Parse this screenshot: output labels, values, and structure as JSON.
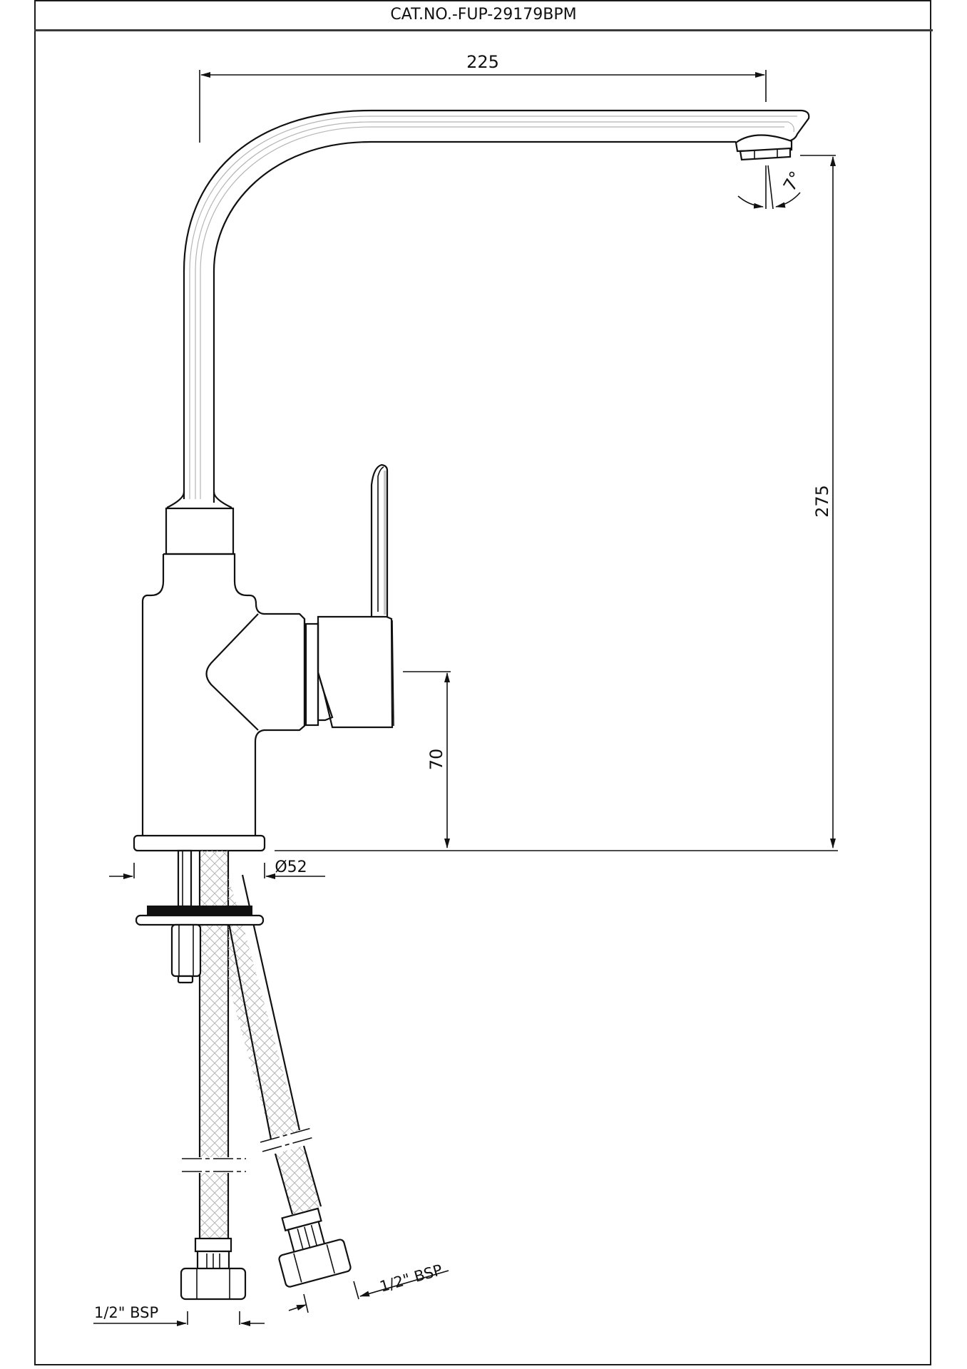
{
  "title": "CAT.NO.-FUP-29179BPM",
  "dimensions": {
    "spout_reach": "225",
    "spout_height": "275",
    "lever_height": "70",
    "base_diameter": "Ø52",
    "spout_angle": "7°",
    "inlet_left": "1/2\" BSP",
    "inlet_right": "1/2\" BSP"
  },
  "colors": {
    "line": "#111111",
    "hatch": "#b5b5b5",
    "background": "#ffffff"
  }
}
